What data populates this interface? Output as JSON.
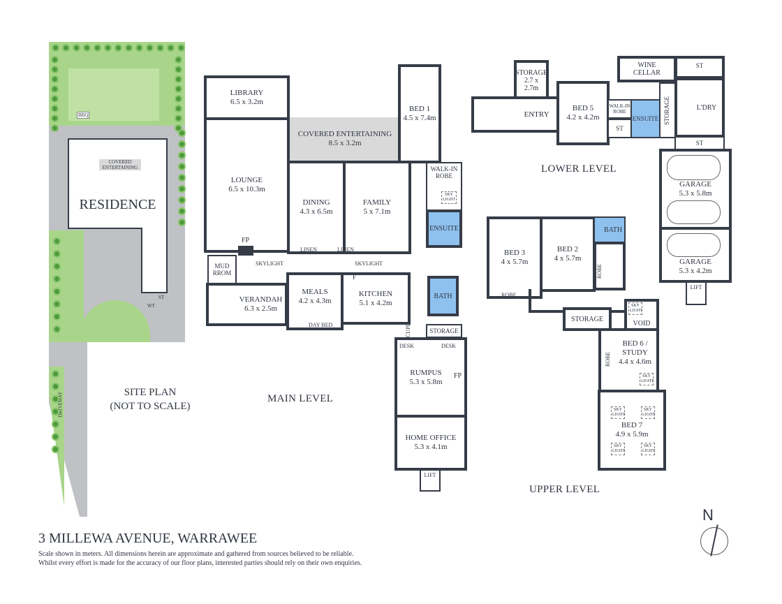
{
  "title": "3 MILLEWA AVENUE, WARRAWEE",
  "disclaimer": [
    "Scale shown in meters. All dimensions herein are approximate and gathered from sources believed to be  reliable.",
    "Whilst every effort is made for the accuracy of our floor plans, interested parties should rely on their own enquiries."
  ],
  "compass": "N",
  "colors": {
    "wall": "#363c47",
    "wet_area": "#8fc1ef",
    "covered": "#d9d9d9",
    "lawn": "#a8d58a",
    "paving": "#bfc1c4"
  },
  "site_plan": {
    "label_1": "SITE PLAN",
    "label_2": "(NOT TO SCALE)",
    "residence": "RESIDENCE",
    "covered_entertaining": "COVERED ENTERTAINING",
    "bbq": "BBQ",
    "driveway": "DRIVEWAY",
    "st": "ST",
    "wt": "WT"
  },
  "main_level": {
    "label": "MAIN LEVEL",
    "rooms": [
      {
        "name": "LIBRARY",
        "dim": "6.5 x 3.2m"
      },
      {
        "name": "LOUNGE",
        "dim": "6.5 x 10.3m"
      },
      {
        "name": "COVERED ENTERTAINING",
        "dim": "8.5 x 3.2m"
      },
      {
        "name": "BED 1",
        "dim": "4.5 x 7.4m"
      },
      {
        "name": "DINING",
        "dim": "4.3 x 6.5m"
      },
      {
        "name": "FAMILY",
        "dim": "5 x 7.1m"
      },
      {
        "name": "WALK-IN ROBE",
        "dim": ""
      },
      {
        "name": "ENSUITE",
        "dim": ""
      },
      {
        "name": "MUD RROM",
        "dim": ""
      },
      {
        "name": "VERANDAH",
        "dim": "6.3 x 2.5m"
      },
      {
        "name": "MEALS",
        "dim": "4.2 x 4.3m"
      },
      {
        "name": "KITCHEN",
        "dim": "5.1 x 4.2m"
      },
      {
        "name": "BATH",
        "dim": ""
      },
      {
        "name": "STORAGE",
        "dim": ""
      },
      {
        "name": "RUMPUS",
        "dim": "5.3 x 5.8m"
      },
      {
        "name": "HOME OFFICE",
        "dim": "5.3 x 4.1m"
      },
      {
        "name": "LIFT",
        "dim": ""
      }
    ],
    "fixtures": {
      "fp": "FP",
      "fp2": "FP",
      "linen": "LINEN",
      "skylight": "SKY LIGHT",
      "skylight_word": "SKYLIGHT",
      "day_bed": "DAY BED",
      "desk": "DESK",
      "f": "F",
      "cupd": "CUPD"
    }
  },
  "lower_level": {
    "label": "LOWER LEVEL",
    "rooms": [
      {
        "name": "STORAGE",
        "dim": "2.7 x 2.7m"
      },
      {
        "name": "ENTRY",
        "dim": ""
      },
      {
        "name": "BED 5",
        "dim": "4.2 x 4.2m"
      },
      {
        "name": "WALK-IN ROBE",
        "dim": ""
      },
      {
        "name": "ST",
        "dim": ""
      },
      {
        "name": "ENSUITE",
        "dim": ""
      },
      {
        "name": "STORAGE",
        "dim": ""
      },
      {
        "name": "WINE CELLAR",
        "dim": ""
      },
      {
        "name": "ST",
        "dim": ""
      },
      {
        "name": "L'DRY",
        "dim": ""
      },
      {
        "name": "ST",
        "dim": ""
      },
      {
        "name": "GARAGE",
        "dim": "5.3 x 5.8m"
      },
      {
        "name": "GARAGE",
        "dim": "5.3 x 4.2m"
      },
      {
        "name": "LIFT",
        "dim": ""
      }
    ]
  },
  "upper_level": {
    "label": "UPPER LEVEL",
    "rooms": [
      {
        "name": "BED 3",
        "dim": "4 x 5.7m"
      },
      {
        "name": "BED 2",
        "dim": "4 x 5.7m"
      },
      {
        "name": "BATH",
        "dim": ""
      },
      {
        "name": "STORAGE",
        "dim": ""
      },
      {
        "name": "VOID",
        "dim": ""
      },
      {
        "name": "BED 6 / STUDY",
        "dim": "4.4 x 4.6m"
      },
      {
        "name": "BED 7",
        "dim": "4.9 x 5.9m"
      }
    ],
    "fixtures": {
      "robe": "ROBE",
      "skylight": "SKY LIGHT"
    }
  }
}
